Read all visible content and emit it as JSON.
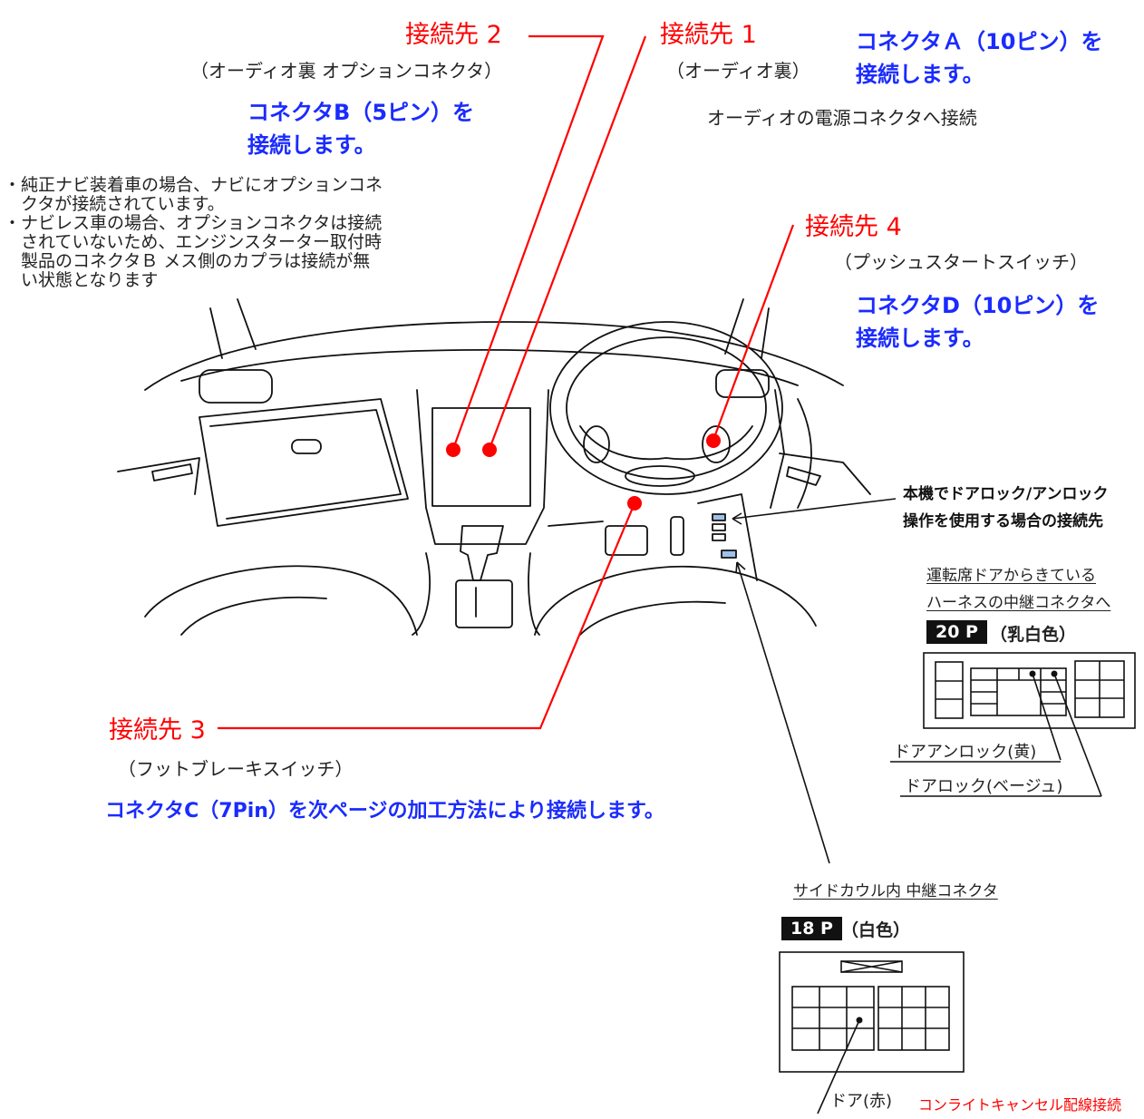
{
  "destination1": {
    "title": "接続先 1",
    "location": "（オーディオ裏）",
    "connector_line1": "コネクタＡ（10ピン）を",
    "connector_line2": "接続します。",
    "description": "オーディオの電源コネクタへ接続"
  },
  "destination2": {
    "title": "接続先 2",
    "location": "（オーディオ裏 オプションコネクタ）",
    "connector_line1": "コネクタB（5ピン）を",
    "connector_line2": "接続します。",
    "notes": [
      "・純正ナビ装着車の場合、ナビにオプションコネ",
      "　クタが接続されています。",
      "・ナビレス車の場合、オプションコネクタは接続",
      "　されていないため、エンジンスターター取付時",
      "　製品のコネクタＢ メス側のカプラは接続が無",
      "　い状態となります"
    ]
  },
  "destination3": {
    "title": "接続先 3",
    "location": "（フットブレーキスイッチ）",
    "connector": "コネクタC（7Pin）を次ページの加工方法により接続します。"
  },
  "destination4": {
    "title": "接続先 4",
    "location": "（プッシュスタートスイッチ）",
    "connector_line1": "コネクタD（10ピン）を",
    "connector_line2": "接続します。"
  },
  "door_lock": {
    "heading_line1": "本機でドアロック/アンロック",
    "heading_line2": "操作を使用する場合の接続先",
    "relay_line1": "運転席ドアからきている",
    "relay_line2": "ハーネスの中継コネクタへ",
    "relay_pins": "20 P",
    "relay_color": "（乳白色）",
    "unlock_label": "ドアアンロック(黄)",
    "lock_label": "ドアロック(ベージュ)"
  },
  "side_cowl": {
    "title": "サイドカウル内 中継コネクタ",
    "pins": "18 P",
    "color": "（白色）",
    "door_label": "ドア(赤)",
    "cancel_note": "コンライトキャンセル配線接続"
  },
  "colors": {
    "red": "#ff0000",
    "blue": "#1a2bff",
    "black": "#111111"
  }
}
